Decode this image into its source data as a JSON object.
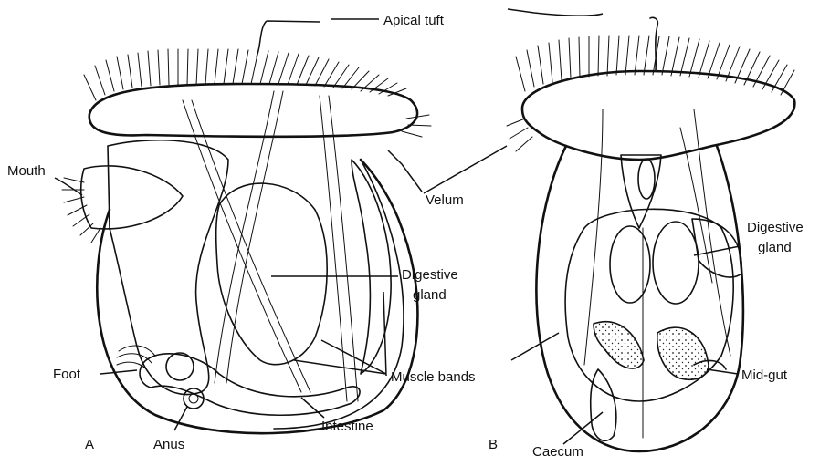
{
  "labels": {
    "apical_tuft": "Apical tuft",
    "mouth": "Mouth",
    "velum": "Velum",
    "digestive_gland_a_1": "Digestive",
    "digestive_gland_a_2": "gland",
    "digestive_gland_b_1": "Digestive",
    "digestive_gland_b_2": "gland",
    "foot": "Foot",
    "muscle_bands": "Muscle bands",
    "mid_gut": "Mid-gut",
    "anus": "Anus",
    "intestine": "Intestine",
    "caecum": "Caecum",
    "figure_a": "A",
    "figure_b": "B"
  }
}
